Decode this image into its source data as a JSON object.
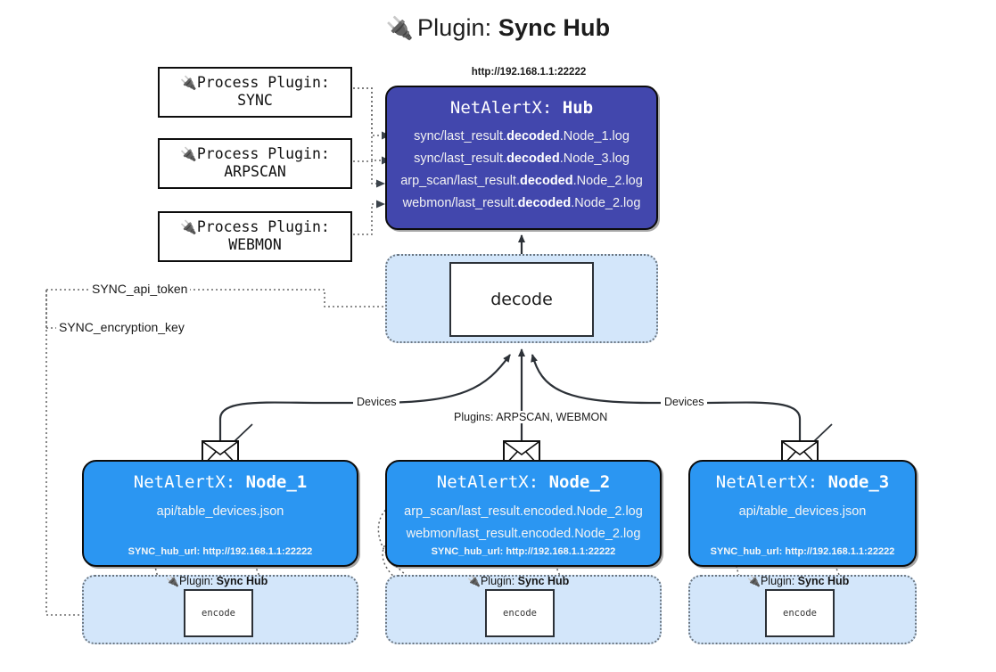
{
  "title": {
    "icon": "plug-icon",
    "prefix": "Plugin:",
    "name": "Sync Hub"
  },
  "process_plugins": [
    {
      "icon": "plug-icon",
      "line1": "Process Plugin:",
      "line2": "SYNC"
    },
    {
      "icon": "plug-icon",
      "line1": "Process Plugin:",
      "line2": "ARPSCAN"
    },
    {
      "icon": "plug-icon",
      "line1": "Process Plugin:",
      "line2": "WEBMON"
    }
  ],
  "hub": {
    "url": "http://192.168.1.1:22222",
    "title_prefix": "NetAlertX:",
    "title_name": "Hub",
    "color": "#4247ad",
    "logs": [
      {
        "pre": "sync/last_result.",
        "mid": "decoded",
        "post": ".Node_1.log"
      },
      {
        "pre": "sync/last_result.",
        "mid": "decoded",
        "post": ".Node_3.log"
      },
      {
        "pre": "arp_scan/last_result.",
        "mid": "decoded",
        "post": ".Node_2.log"
      },
      {
        "pre": "webmon/last_result.",
        "mid": "decoded",
        "post": ".Node_2.log"
      }
    ]
  },
  "decode": {
    "label": "decode",
    "band_color": "#d3e6fa"
  },
  "tokens": {
    "api_token": "SYNC_api_token",
    "encryption_key": "SYNC_encryption_key"
  },
  "edges": {
    "devices_left": "Devices",
    "devices_right": "Devices",
    "plugins_center": "Plugins: ARPSCAN, WEBMON"
  },
  "nodes": [
    {
      "title_prefix": "NetAlertX:",
      "title_name": "Node_1",
      "color": "#2b96f2",
      "lines": [
        "api/table_devices.json"
      ],
      "hub_url": "SYNC_hub_url: http://192.168.1.1:22222",
      "encode": {
        "caption_prefix": "Plugin:",
        "caption_name": "Sync Hub",
        "icon": "plug-icon",
        "label": "encode"
      }
    },
    {
      "title_prefix": "NetAlertX:",
      "title_name": "Node_2",
      "color": "#2b96f2",
      "lines": [
        "arp_scan/last_result.encoded.Node_2.log",
        "webmon/last_result.encoded.Node_2.log"
      ],
      "hub_url": "SYNC_hub_url: http://192.168.1.1:22222",
      "encode": {
        "caption_prefix": "Plugin:",
        "caption_name": "Sync Hub",
        "icon": "plug-icon",
        "label": "encode"
      }
    },
    {
      "title_prefix": "NetAlertX:",
      "title_name": "Node_3",
      "color": "#2b96f2",
      "lines": [
        "api/table_devices.json"
      ],
      "hub_url": "SYNC_hub_url: http://192.168.1.1:22222",
      "encode": {
        "caption_prefix": "Plugin:",
        "caption_name": "Sync Hub",
        "icon": "plug-icon",
        "label": "encode"
      }
    }
  ]
}
